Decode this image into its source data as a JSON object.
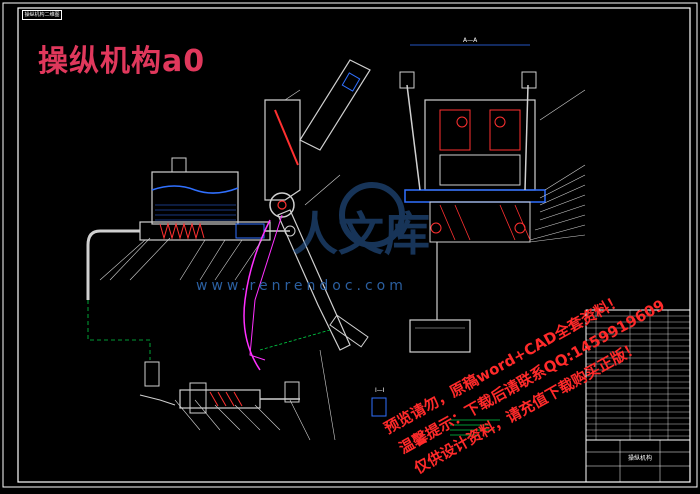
{
  "drawing": {
    "title": "操纵机构a0",
    "stamp_text": "操纵机构二维图",
    "front_view_label": "A—A",
    "detail_label": "I—I",
    "site": "www.renrendoc.com",
    "watermark_logo_text": "人文库",
    "title_block_name": "操纵机构",
    "colors": {
      "background": "#000000",
      "frame": "#ffffff",
      "title": "#e0385c",
      "body": "#d0d0d0",
      "hatch": "#ff3030",
      "line_blue": "#3070ff",
      "magenta": "#ff30ff",
      "green": "#00cc44",
      "watermark": "#ff2a2a"
    }
  },
  "watermark": {
    "line1": "预览请勿，原稿word+CAD全套资料！",
    "line2": "温馨提示：下载后请联系QQ:1459919609",
    "line3": "仅供设计资料，请充值下载购买正版！"
  }
}
